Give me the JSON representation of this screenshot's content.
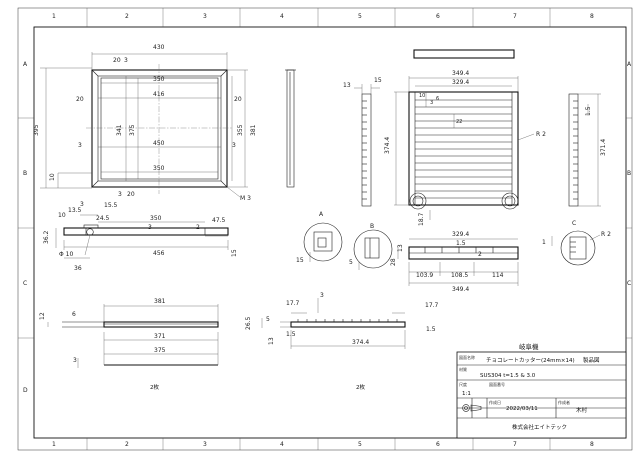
{
  "border": {
    "columns": [
      "1",
      "2",
      "3",
      "4",
      "5",
      "6",
      "7",
      "8"
    ],
    "rows": [
      "A",
      "B",
      "C",
      "D"
    ]
  },
  "top_view": {
    "dims": [
      "430",
      "20",
      "3",
      "350",
      "20",
      "416",
      "20",
      "395",
      "341",
      "375",
      "355",
      "381",
      "3",
      "450",
      "3",
      "10",
      "3",
      "350",
      "20",
      "M 3"
    ]
  },
  "side_view_left": {
    "dims": [
      "3",
      "15.5",
      "13.5",
      "10",
      "24.5",
      "350",
      "47.5",
      "36.2",
      "3",
      "2",
      "Φ 10",
      "456",
      "15",
      "36"
    ]
  },
  "rail_views": {
    "dims": [
      "381",
      "12",
      "6",
      "371",
      "375",
      "3",
      "2枚"
    ]
  },
  "grid_front": {
    "dims": [
      "349.4",
      "329.4",
      "13",
      "15",
      "10",
      "3",
      "6",
      "22",
      "R 2",
      "374.4",
      "371.4",
      "1.5",
      "18.7"
    ]
  },
  "grid_bottom": {
    "dims": [
      "329.4",
      "13",
      "1.5",
      "2",
      "28",
      "103.9",
      "108.5",
      "114",
      "349.4",
      "R 2",
      "1"
    ]
  },
  "comb_view": {
    "dims": [
      "3",
      "17.7",
      "17.7",
      "26.5",
      "5",
      "13",
      "1.5",
      "1.5",
      "374.4",
      "2枚"
    ]
  },
  "details": {
    "labels": [
      "A",
      "B",
      "C"
    ],
    "dims": [
      "15",
      "5"
    ]
  },
  "title_block": {
    "header_note": "岐阜機",
    "name_label": "図面名称",
    "name_value": "チョコレートカッター(24mm×14)",
    "product_label": "製品図",
    "material_label": "材質",
    "material_value": "SUS304 t=1.5 & 3.0",
    "scale_label": "尺度",
    "scale_value": "1:1",
    "drawing_no_label": "図面番号",
    "date_label": "作成日",
    "date_value": "2022/03/11",
    "drafter_label": "作成者",
    "drafter_value": "木村",
    "company": "株式会社エイトテック"
  }
}
